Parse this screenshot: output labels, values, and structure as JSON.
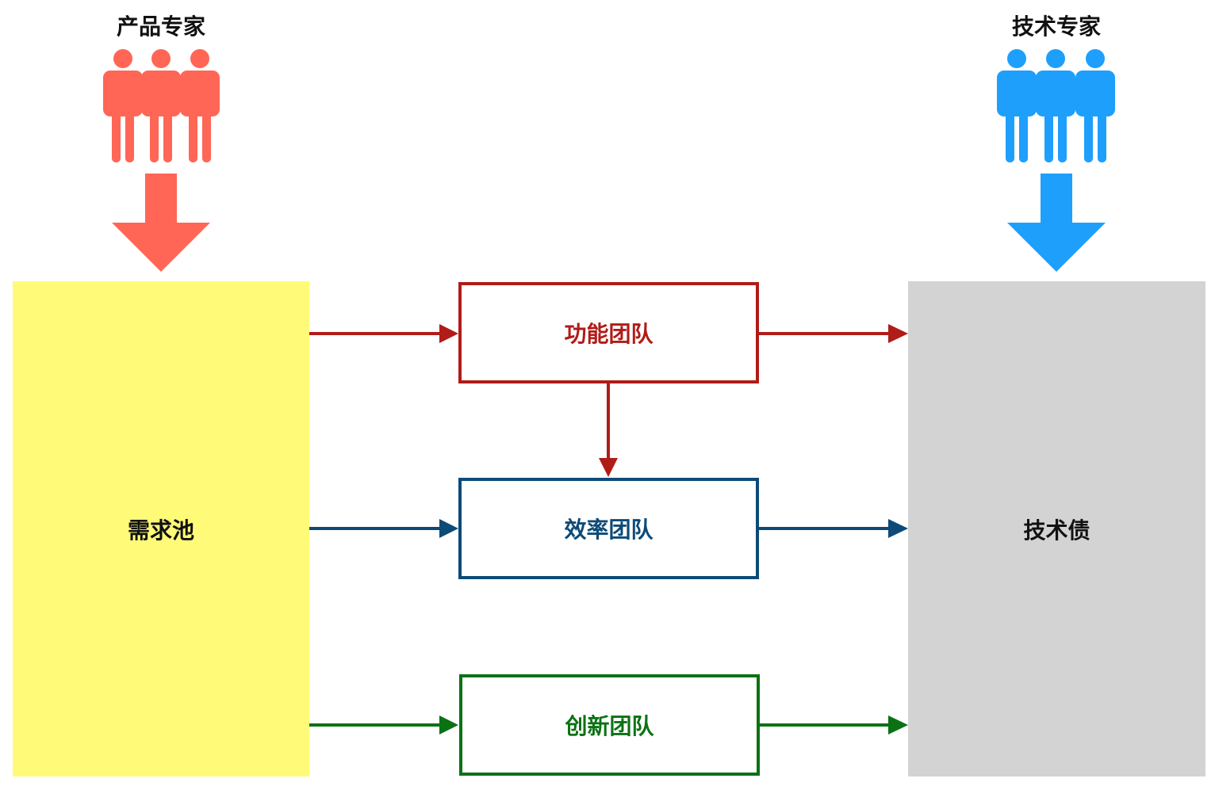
{
  "groups": {
    "product": {
      "label": "产品专家",
      "color": "#ff6655"
    },
    "tech": {
      "label": "技术专家",
      "color": "#1e9ffc"
    }
  },
  "pools": {
    "demand": {
      "label": "需求池",
      "color": "#fffb78"
    },
    "debt": {
      "label": "技术债",
      "color": "#d3d3d3"
    }
  },
  "teams": [
    {
      "id": "feature",
      "label": "功能团队",
      "color": "#b01c18"
    },
    {
      "id": "efficiency",
      "label": "效率团队",
      "color": "#0d4a78"
    },
    {
      "id": "innovation",
      "label": "创新团队",
      "color": "#0b7214"
    }
  ]
}
